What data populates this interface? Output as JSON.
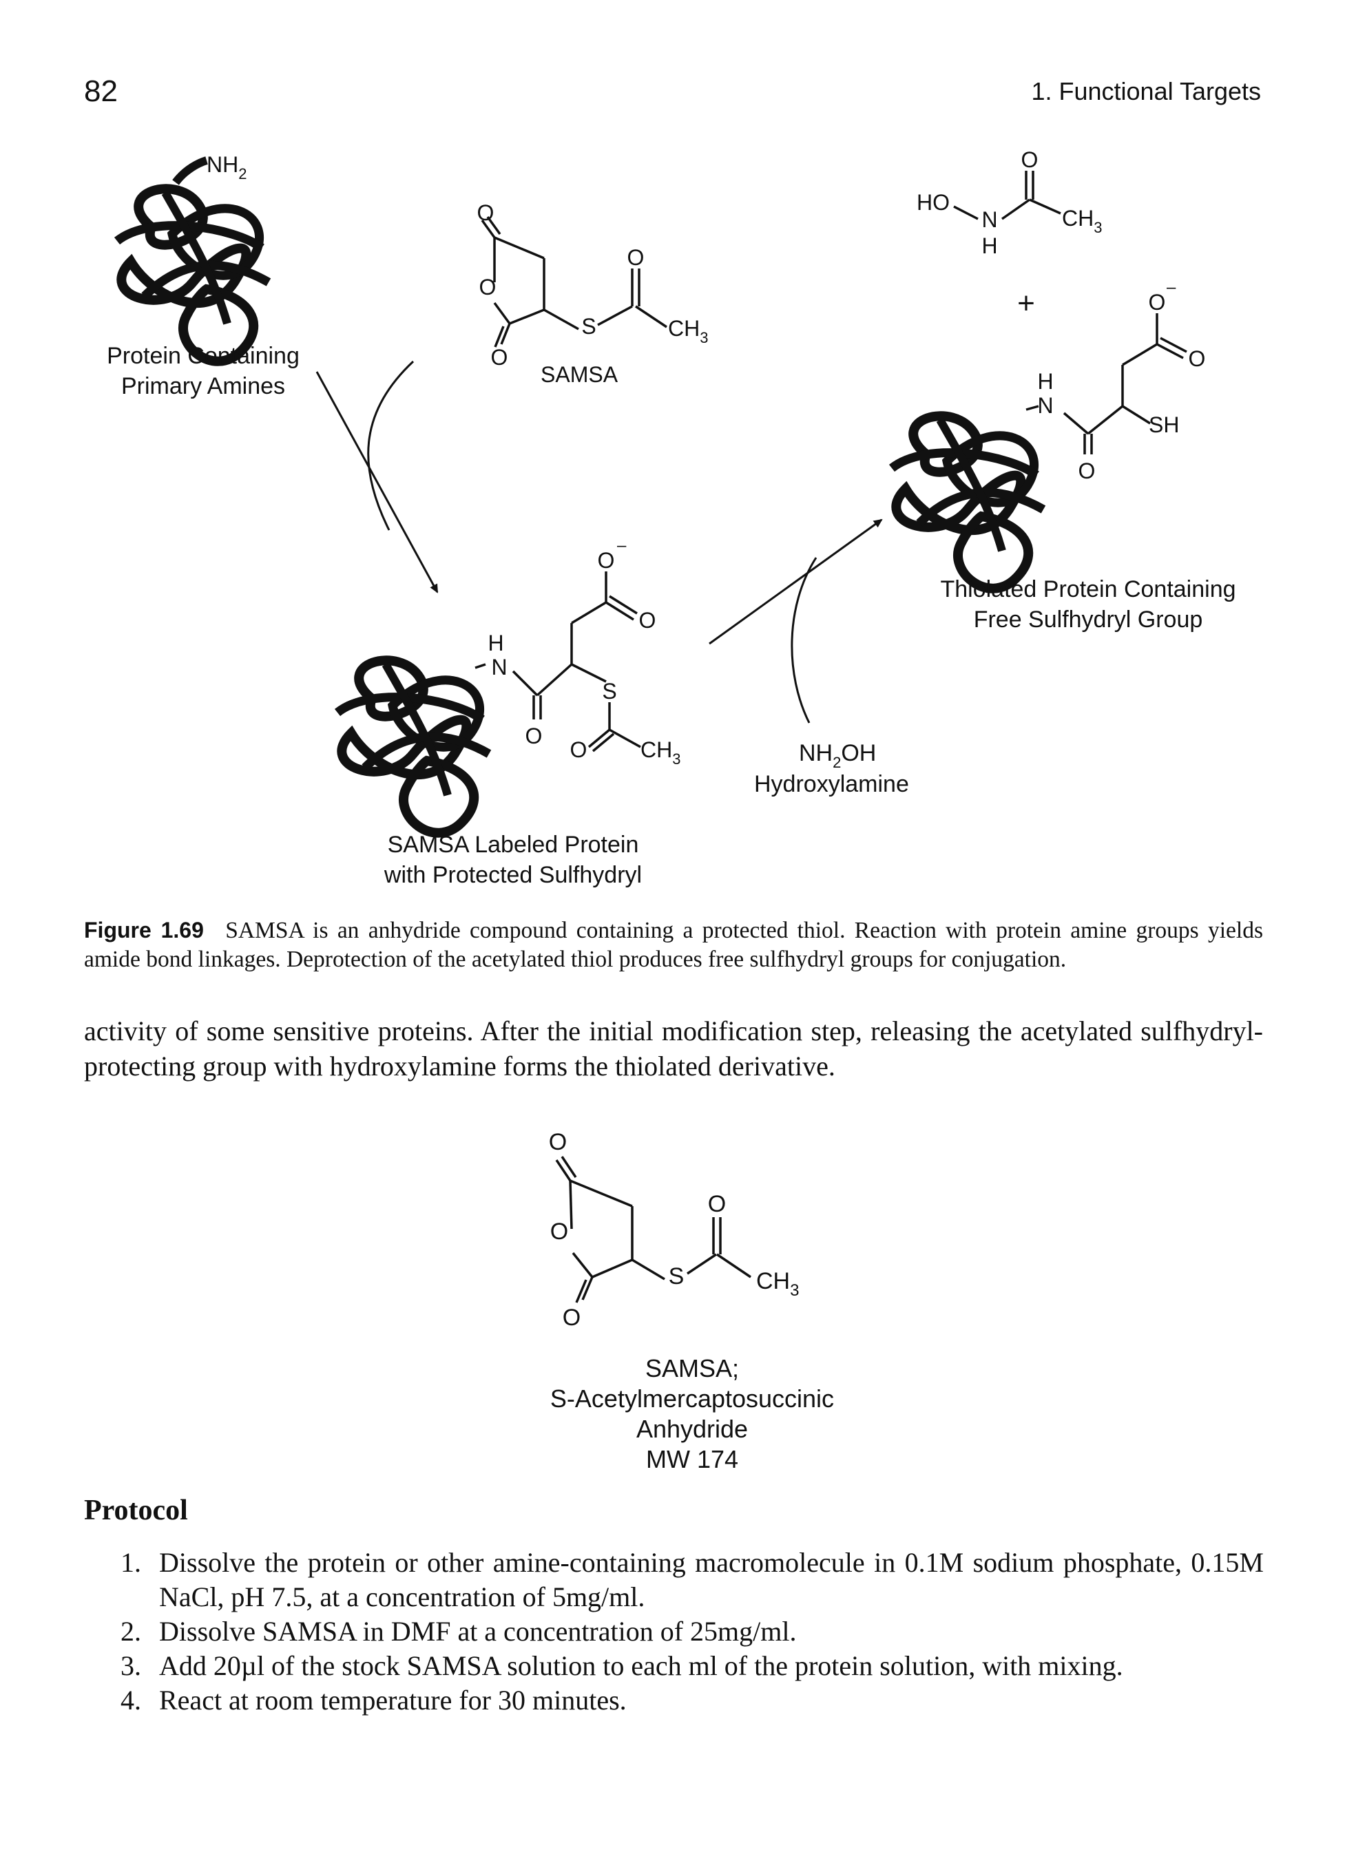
{
  "header": {
    "page_number": "82",
    "running_head": "1. Functional Targets"
  },
  "figure": {
    "scheme_labels": {
      "nh2": "NH",
      "nh2_sub": "2",
      "protein_amines_line1": "Protein Containing",
      "protein_amines_line2": "Primary Amines",
      "samsa": "SAMSA",
      "samsa_labeled_line1": "SAMSA Labeled Protein",
      "samsa_labeled_line2": "with Protected Sulfhydryl",
      "reagent_nh2oh": "NH",
      "reagent_nh2oh_sub": "2",
      "reagent_nh2oh_tail": "OH",
      "reagent_name": "Hydroxylamine",
      "thiolated_line1": "Thiolated Protein Containing",
      "thiolated_line2": "Free Sulfhydryl Group",
      "plus": "+",
      "atom_O": "O",
      "atom_S": "S",
      "atom_N": "N",
      "atom_H": "H",
      "atom_HO": "HO",
      "atom_SH": "SH",
      "atom_CH": "CH",
      "atom_CH_sub": "3",
      "charge_minus": "–"
    },
    "caption_label": "Figure 1.69",
    "caption_text": "SAMSA is an anhydride compound containing a protected thiol. Reaction with protein amine groups yields amide bond linkages. Deprotection of the acetylated thiol produces free sulfhydryl groups for conjugation."
  },
  "body": {
    "paragraph": "activity of some sensitive proteins. After the initial modification step, releasing the acetylated sulfhydryl-protecting group with hydroxylamine forms the thiolated derivative."
  },
  "structure": {
    "label_line1": "SAMSA;",
    "label_line2": "S-Acetylmercaptosuccinic",
    "label_line3": "Anhydride",
    "label_line4": "MW 174"
  },
  "protocol": {
    "heading": "Protocol",
    "steps": [
      {
        "num": "1.",
        "text": "Dissolve the protein or other amine-containing macromolecule in 0.1M sodium phosphate, 0.15M NaCl, pH 7.5, at a concentration of 5mg/ml."
      },
      {
        "num": "2.",
        "text": "Dissolve SAMSA in DMF at a concentration of 25mg/ml."
      },
      {
        "num": "3.",
        "text": "Add 20µl of the stock SAMSA solution to each ml of the protein solution, with mixing."
      },
      {
        "num": "4.",
        "text": "React at room temperature for 30 minutes."
      }
    ]
  }
}
